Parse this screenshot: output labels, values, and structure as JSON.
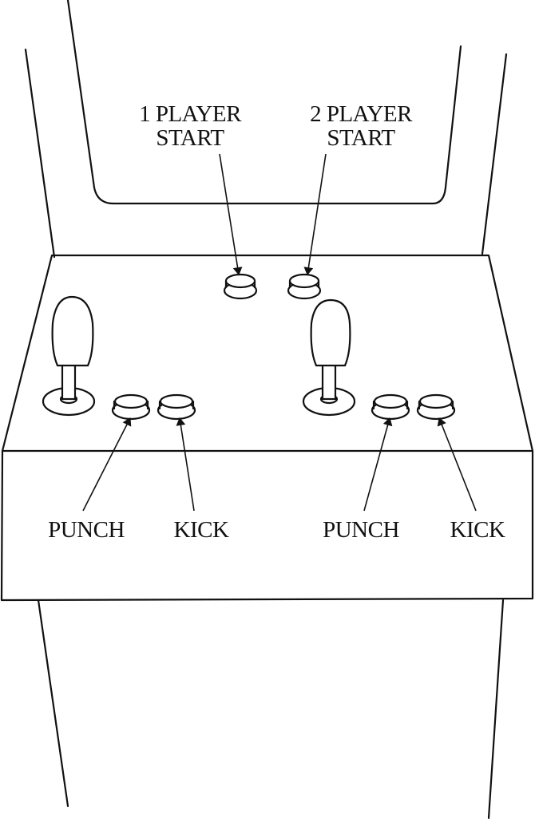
{
  "labels": {
    "p1_start_line1": "1 PLAYER",
    "p1_start_line2": "START",
    "p2_start_line1": "2 PLAYER",
    "p2_start_line2": "START",
    "p1_punch": "PUNCH",
    "p1_kick": "KICK",
    "p2_punch": "PUNCH",
    "p2_kick": "KICK"
  }
}
